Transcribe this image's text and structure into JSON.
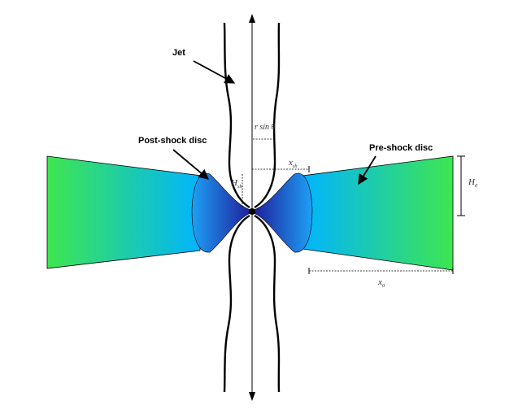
{
  "labels": {
    "jet": "Jet",
    "post_shock": "Post-shock disc",
    "pre_shock": "Pre-shock disc"
  },
  "symbols": {
    "r_sin_theta": "r sin θ",
    "x_sh_main": "x",
    "x_sh_sub": "sh",
    "h_sh_main": "H",
    "h_sh_sub": "sh",
    "h0_main": "H",
    "h0_sub": "0",
    "x0_main": "x",
    "x0_sub": "0"
  },
  "colors": {
    "outer_disc_edge": "#3ee64e",
    "inner_disc_edge": "#00b4ff",
    "post_shock_outer": "#1ea0f5",
    "post_shock_center": "#1f1f9c",
    "outline": "#000000"
  }
}
